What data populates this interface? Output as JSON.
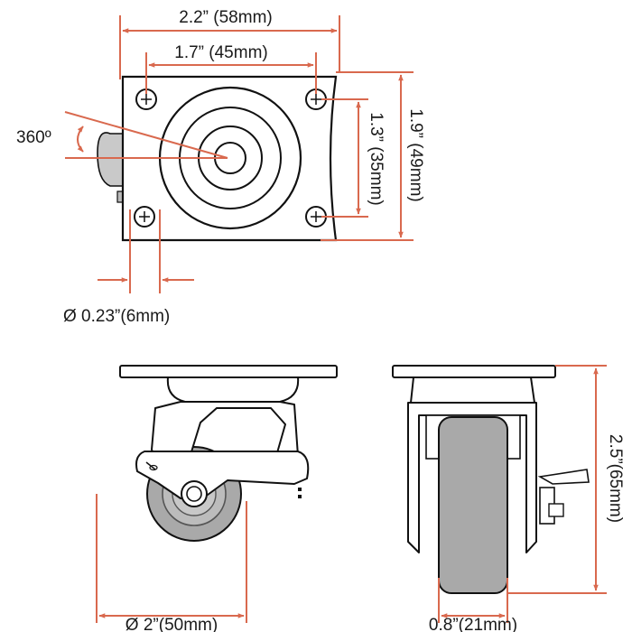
{
  "dimensions": {
    "plate_width": "2.2” (58mm)",
    "hole_spacing_x": "1.7” (45mm)",
    "plate_height": "1.9” (49mm)",
    "hole_spacing_y": "1.3” (35mm)",
    "rotation": "360º",
    "bolt_hole": "Ø 0.23”(6mm)",
    "wheel_diameter": "Ø 2”(50mm)",
    "wheel_width": "0.8”(21mm)",
    "total_height": "2.5”(65mm)"
  },
  "colors": {
    "dimension_line": "#d9694e",
    "outline": "#111111",
    "wheel_gray": "#a9a9a9",
    "light_gray": "#d2d2d2"
  }
}
